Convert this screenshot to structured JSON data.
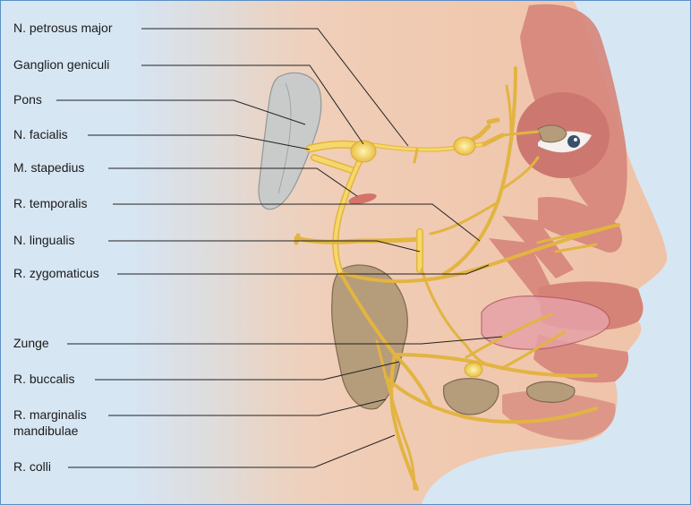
{
  "labels": {
    "petrosus": "N. petrosus major",
    "ganglion": "Ganglion geniculi",
    "pons": "Pons",
    "facialis": "N. facialis",
    "stapedius": "M. stapedius",
    "temporalis": "R. temporalis",
    "lingualis": "N. lingualis",
    "zygomaticus": "R. zygomaticus",
    "zunge": "Zunge",
    "buccalis": "R. buccalis",
    "marginalis_1": "R. marginalis",
    "marginalis_2": "mandibulae",
    "colli": "R. colli"
  },
  "colors": {
    "frame": "#5b8fc7",
    "background": "#d7e6f3",
    "skin": "#f0c7ae",
    "muscle": "#d9897a",
    "nerve": "#f3cf5c",
    "gland": "#b59e7c",
    "pons": "#c9cccd",
    "tongue": "#e7a9aa"
  }
}
